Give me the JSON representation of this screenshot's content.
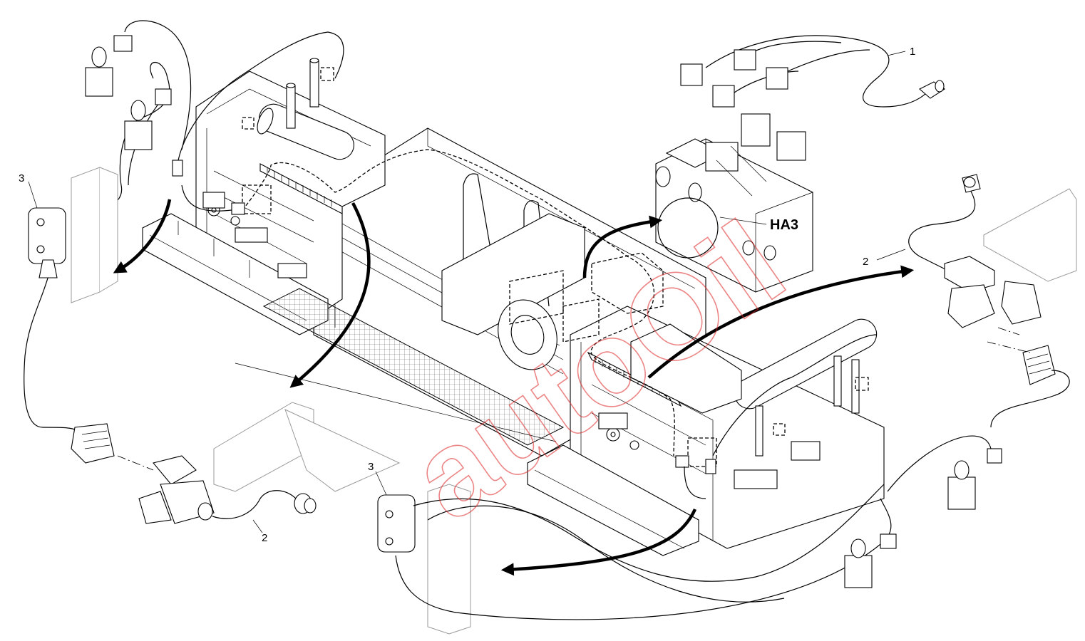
{
  "callouts": {
    "item_1": "1",
    "item_2_right": "2",
    "item_2_left": "2",
    "item_3_left": "3",
    "item_3_center": "3"
  },
  "highlight": {
    "label": "HA3"
  },
  "watermark": {
    "text": "autoOil"
  },
  "colors": {
    "line": "#000000",
    "background": "#ffffff",
    "watermark": "#dd2222"
  }
}
